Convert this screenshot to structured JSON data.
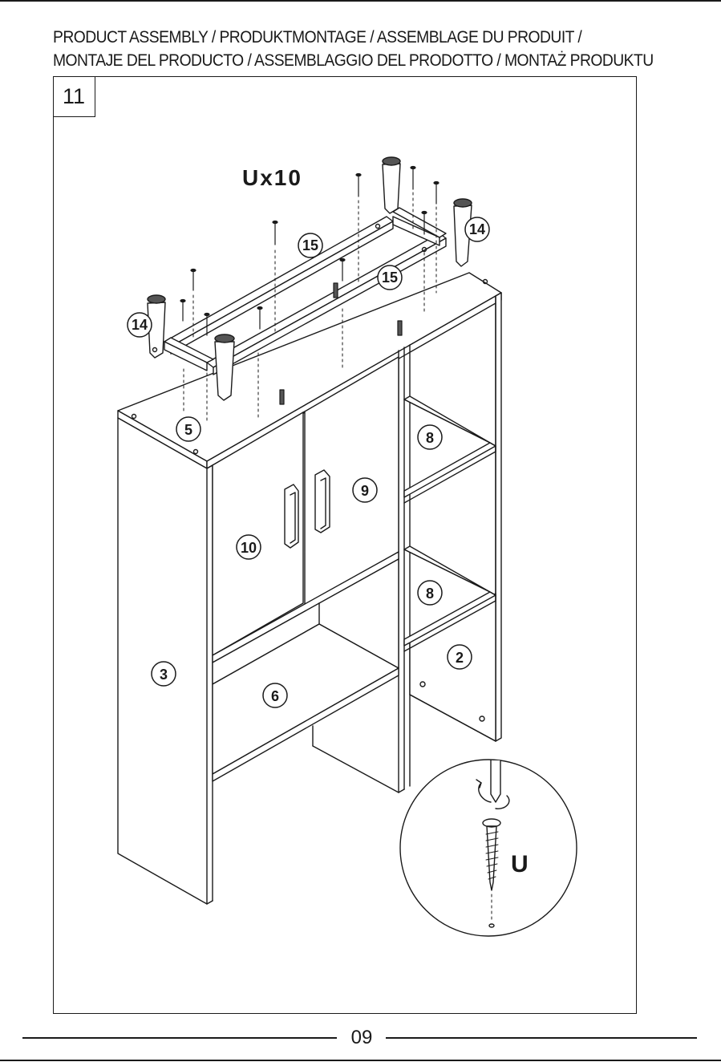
{
  "heading": {
    "line1": "PRODUCT ASSEMBLY / PRODUKTMONTAGE / ASSEMBLAGE DU PRODUIT /",
    "line2": "MONTAJE DEL PRODUCTO / ASSEMBLAGGIO DEL PRODOTTO / MONTAŻ PRODUKTU"
  },
  "step_number": "11",
  "hardware": {
    "quantity_label": "Ux10",
    "detail_label": "U"
  },
  "part_labels": {
    "p15a": "15",
    "p15b": "15",
    "p14a": "14",
    "p14b": "14",
    "p5": "5",
    "p8a": "8",
    "p8b": "8",
    "p9": "9",
    "p10": "10",
    "p2": "2",
    "p3": "3",
    "p6": "6"
  },
  "page_number": "09",
  "colors": {
    "ink": "#1a1a1a",
    "paper": "#ffffff"
  }
}
